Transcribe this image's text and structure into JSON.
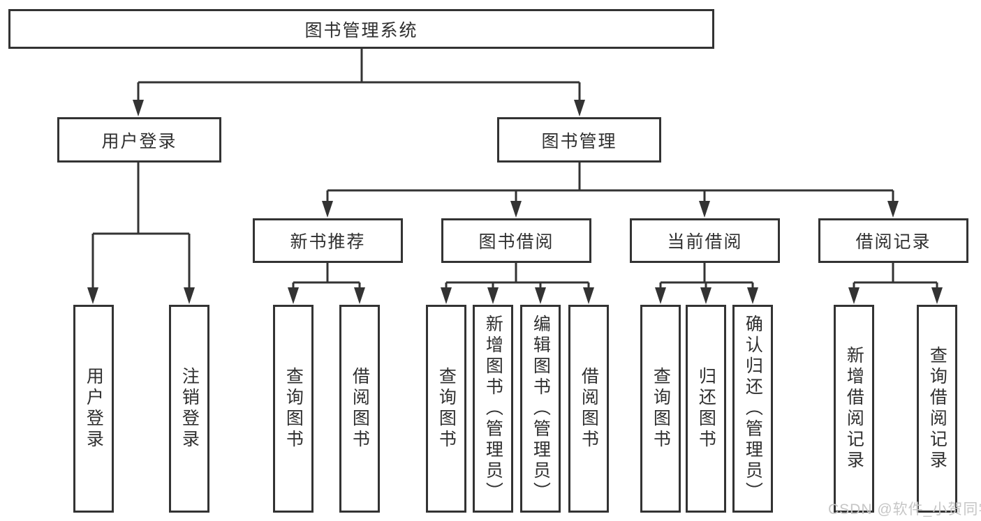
{
  "diagram": {
    "root": {
      "label": "图书管理系统"
    },
    "level1": [
      {
        "id": "user-login",
        "label": "用户登录"
      },
      {
        "id": "book-management",
        "label": "图书管理"
      }
    ],
    "level2": [
      {
        "id": "new-book-recommend",
        "parent": "book-management",
        "label": "新书推荐"
      },
      {
        "id": "book-borrow",
        "parent": "book-management",
        "label": "图书借阅"
      },
      {
        "id": "current-borrow",
        "parent": "book-management",
        "label": "当前借阅"
      },
      {
        "id": "borrow-records",
        "parent": "book-management",
        "label": "借阅记录"
      }
    ],
    "leaves": [
      {
        "parent": "user-login",
        "label": "用户登录"
      },
      {
        "parent": "user-login",
        "label": "注销登录"
      },
      {
        "parent": "new-book-recommend",
        "label": "查询图书"
      },
      {
        "parent": "new-book-recommend",
        "label": "借阅图书"
      },
      {
        "parent": "book-borrow",
        "label": "查询图书"
      },
      {
        "parent": "book-borrow",
        "label": "新增图书（管理员）"
      },
      {
        "parent": "book-borrow",
        "label": "编辑图书（管理员）"
      },
      {
        "parent": "book-borrow",
        "label": "借阅图书"
      },
      {
        "parent": "current-borrow",
        "label": "查询图书"
      },
      {
        "parent": "current-borrow",
        "label": "归还图书"
      },
      {
        "parent": "current-borrow",
        "label": "确认归还（管理员）"
      },
      {
        "parent": "borrow-records",
        "label": "新增借阅记录"
      },
      {
        "parent": "borrow-records",
        "label": "查询借阅记录"
      }
    ]
  },
  "watermark": {
    "text": "CSDN @软件_小贺同学"
  },
  "colors": {
    "line": "#333333",
    "text": "#2f2f2f",
    "background": "#ffffff",
    "watermark": "#c6c6c6"
  }
}
